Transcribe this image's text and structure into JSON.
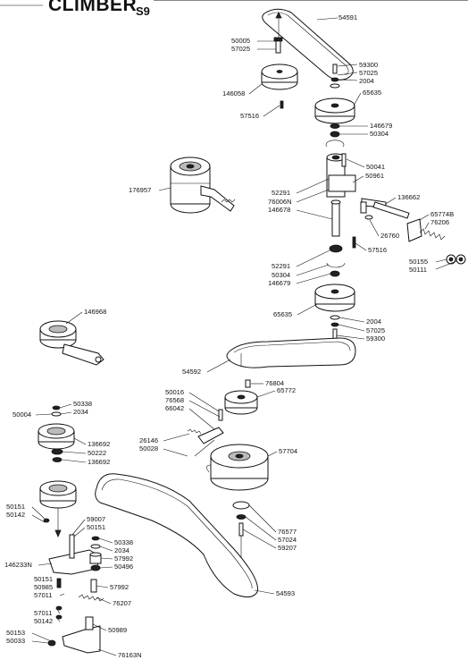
{
  "header": {
    "title": "CLIMBER",
    "subtitle": "S9"
  },
  "labels": {
    "p54591": "54591",
    "p50005": "50005",
    "p57025a": "57025",
    "p59300a": "59300",
    "p57025b": "57025",
    "p2004a": "2004",
    "p146058": "146058",
    "p65635a": "65635",
    "p57516a": "57516",
    "p146679a": "146679",
    "p50304a": "50304",
    "p50041": "50041",
    "p50961": "50961",
    "p176957": "176957",
    "p52291a": "52291",
    "p76006N": "76006N",
    "p146678": "146678",
    "p136662": "136662",
    "p65774B": "65774B",
    "p76206": "76206",
    "p26760": "26760",
    "p57516b": "57516",
    "p50155": "50155",
    "p50111": "50111",
    "p52291b": "52291",
    "p50304b": "50304",
    "p146679b": "146679",
    "p146968": "146968",
    "p65635b": "65635",
    "p2004b": "2004",
    "p57025c": "57025",
    "p59300b": "59300",
    "p54592": "54592",
    "p76804": "76804",
    "p50016": "50016",
    "p65772": "65772",
    "p76568": "76568",
    "p66042": "66042",
    "p50338a": "50338",
    "p50004": "50004",
    "p2034a": "2034",
    "p26146": "26146",
    "p50028": "50028",
    "p57704": "57704",
    "p136692a": "136692",
    "p50222": "50222",
    "p136692b": "136692",
    "p50151a": "50151",
    "p50142a": "50142",
    "p76577": "76577",
    "p57024": "57024",
    "p59207": "59207",
    "p59007": "59007",
    "p50151b": "50151",
    "p50338b": "50338",
    "p2034b": "2034",
    "p57992a": "57992",
    "p146233N": "146233N",
    "p50496": "50496",
    "p50151c": "50151",
    "p50985": "50985",
    "p57011a": "57011",
    "p57992b": "57992",
    "p54593": "54593",
    "p76207": "76207",
    "p57011b": "57011",
    "p50142b": "50142",
    "p50989": "50989",
    "p50153": "50153",
    "p50033": "50033",
    "p76163N": "76163N"
  }
}
